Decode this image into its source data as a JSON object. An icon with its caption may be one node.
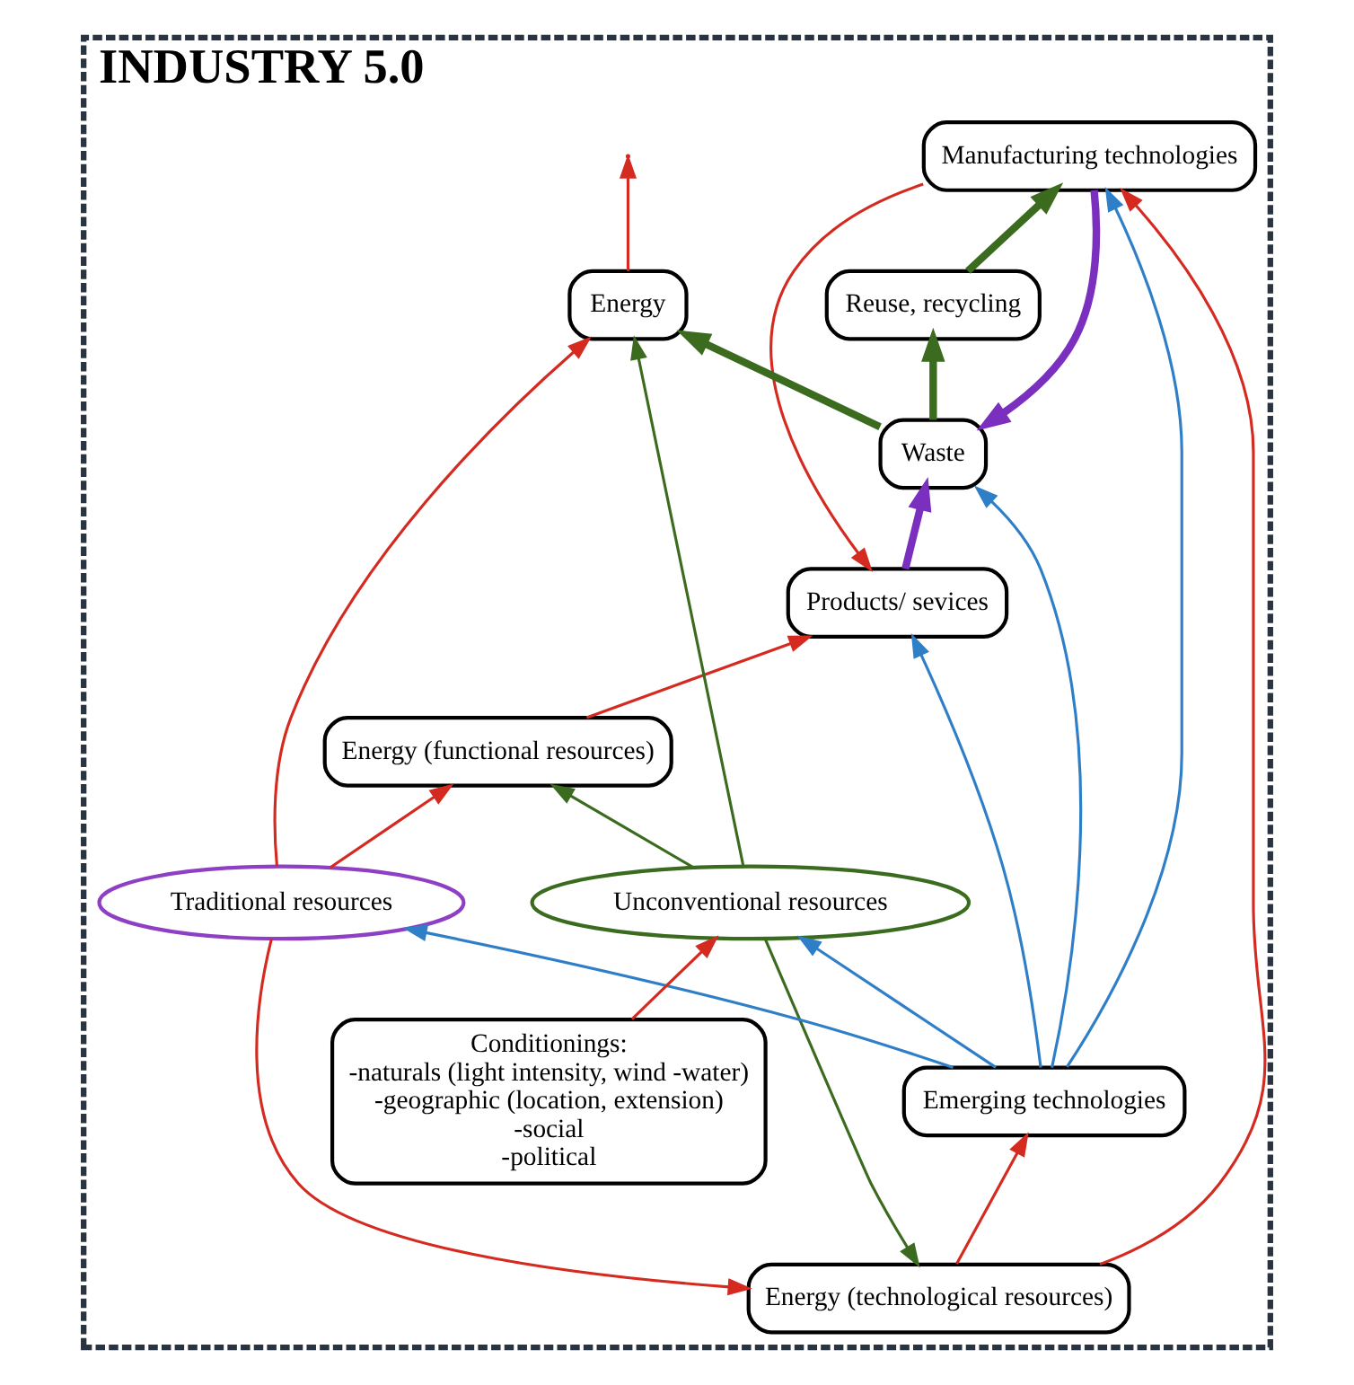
{
  "diagram": {
    "nodes": [
      {
        "text": [
          "INDUSTRY 5.0"
        ]
      },
      {
        "text": [
          "Products/ sevices"
        ],
        "in": 0
      },
      {
        "text": [
          "Energy (functional resources)"
        ],
        "in": 0
      },
      {
        "text": [
          "Reuse, recycling"
        ],
        "in": 0
      },
      {
        "text": [
          "Manufacturing technologies"
        ],
        "in": 0
      },
      {
        "text": [
          "Waste"
        ],
        "in": 0
      },
      {
        "text": [
          "Energy"
        ],
        "in": 0
      },
      {
        "text": [
          "Energy (technological resources)"
        ],
        "in": 0
      },
      {
        "text": [
          "Traditional resources"
        ],
        "in": 0
      },
      {
        "text": [
          "Unconventional resources"
        ],
        "in": 0
      },
      {
        "text": [
          "Emerging technologies"
        ],
        "in": 0
      },
      {
        "text": [
          "Conditionings:",
          "-naturals (light intensity, wind -water)",
          "-geographic (location, extension)",
          "-social",
          "-political"
        ],
        "in": 0
      }
    ],
    "edges": [
      {
        "from": 2,
        "to": 1,
        "arrow": "to"
      },
      {
        "from": 4,
        "to": 1,
        "arrow": "to"
      },
      {
        "from": 1,
        "to": 5,
        "arrow": "to",
        "style": "thick",
        "color": "#7b2fbf"
      },
      {
        "from": 4,
        "to": 5,
        "arrow": "to",
        "style": "thick",
        "color": "#7b2fbf"
      },
      {
        "from": 3,
        "to": 4,
        "arrow": "to",
        "style": "thick",
        "color": "#3b6b1e"
      },
      {
        "from": 5,
        "to": 3,
        "arrow": "to",
        "style": "thick",
        "color": "#3b6b1e"
      },
      {
        "from": 6,
        "to": null,
        "arrow": "to"
      },
      {
        "from": 5,
        "to": 6,
        "arrow": "to",
        "style": "thick",
        "color": "#3b6b1e"
      },
      {
        "from": 8,
        "to": 2,
        "arrow": "to"
      },
      {
        "from": 8,
        "to": 7,
        "arrow": "to"
      },
      {
        "from": 8,
        "to": 6,
        "arrow": "to"
      },
      {
        "from": 7,
        "to": 4,
        "arrow": "to"
      },
      {
        "from": 7,
        "to": 10,
        "arrow": "to"
      },
      {
        "from": 9,
        "to": 2,
        "arrow": "to",
        "color": "#3b6b1e"
      },
      {
        "from": 9,
        "to": 6,
        "arrow": "to",
        "color": "#3b6b1e"
      },
      {
        "from": 9,
        "to": 7,
        "arrow": "to",
        "color": "#3b6b1e"
      },
      {
        "from": 10,
        "to": 1,
        "arrow": "to",
        "color": "#2f7fc8"
      },
      {
        "from": 10,
        "to": 4,
        "arrow": "to",
        "color": "#2f7fc8"
      },
      {
        "from": 10,
        "to": 8,
        "arrow": "to",
        "color": "#2f7fc8"
      },
      {
        "from": 10,
        "to": 5,
        "arrow": "to",
        "color": "#2f7fc8"
      },
      {
        "from": 10,
        "to": 9,
        "arrow": "to",
        "color": "#2f7fc8"
      },
      {
        "from": 11,
        "to": 9,
        "arrow": "to"
      }
    ]
  }
}
